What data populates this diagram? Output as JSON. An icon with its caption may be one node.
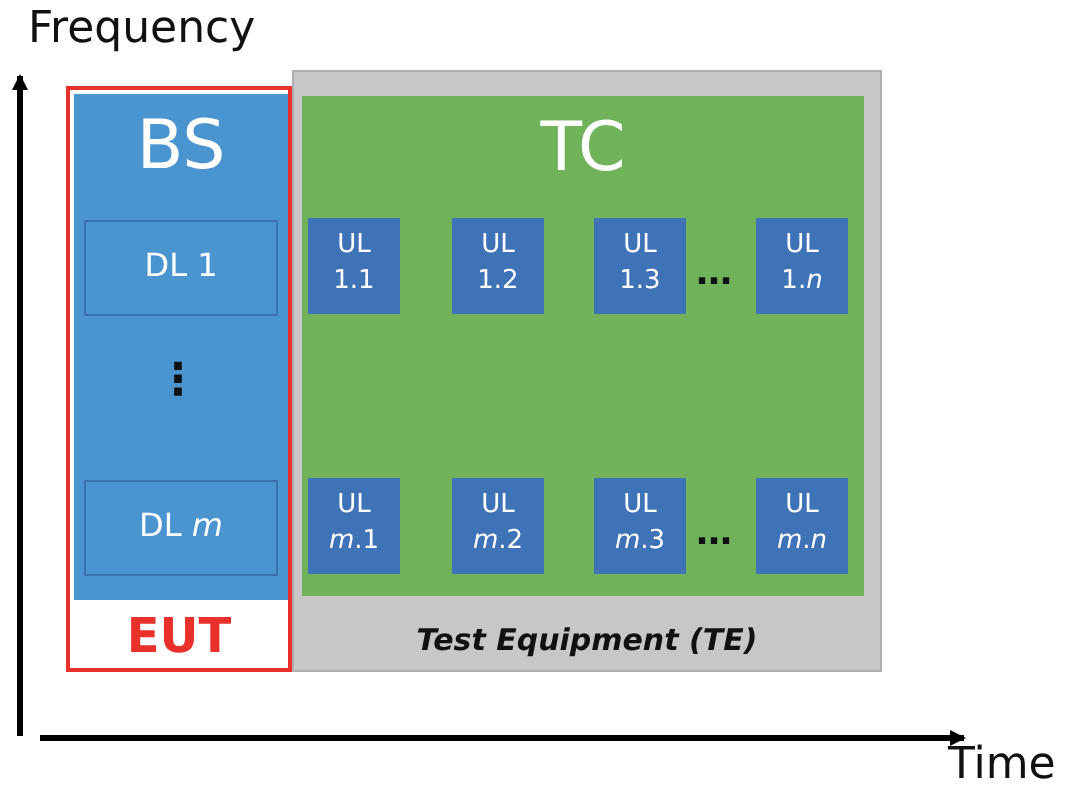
{
  "diagram": {
    "nodes": [
      {
        "text": [
          "EUT"
        ]
      },
      {
        "text": [
          "BS"
        ],
        "in": 0
      },
      {
        "text": [
          "DL 1"
        ],
        "in": 1
      },
      {
        "text": [
          "DL *m*"
        ],
        "in": 1
      },
      {
        "text": [
          "Test Equipment (TE)"
        ]
      },
      {
        "text": [
          "TC"
        ],
        "in": 4
      },
      {
        "text": [
          "UL 1.1"
        ],
        "in": 5
      },
      {
        "text": [
          "UL 1.2"
        ],
        "in": 5
      },
      {
        "text": [
          "UL 1.3"
        ],
        "in": 5
      },
      {
        "text": [
          "UL 1.*n*"
        ],
        "in": 5
      },
      {
        "text": [
          "UL *m*.1"
        ],
        "in": 5
      },
      {
        "text": [
          "UL *m*.2"
        ],
        "in": 5
      },
      {
        "text": [
          "UL *m*.3"
        ],
        "in": 5
      },
      {
        "text": [
          "UL *m*.*n*"
        ],
        "in": 5
      }
    ],
    "edges": [],
    "labels": [
      "Frequency",
      "⋮",
      "…",
      "…",
      "Time"
    ]
  }
}
